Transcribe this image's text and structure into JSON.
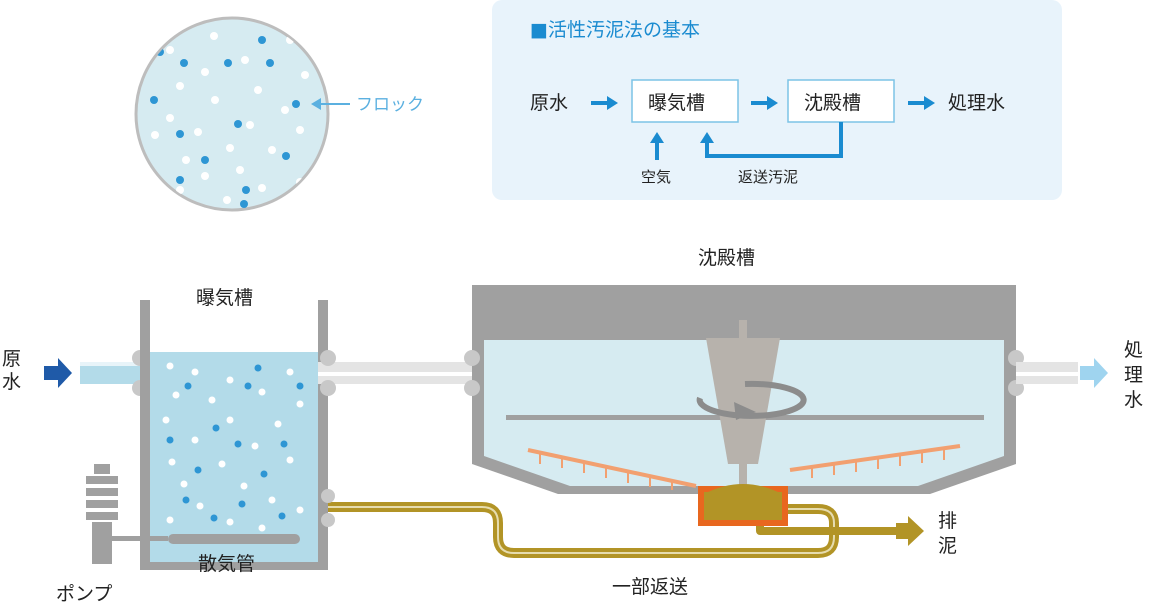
{
  "legend_box": {
    "title": "■活性汚泥法の基本",
    "raw_water": "原水",
    "aeration": "曝気槽",
    "settling": "沈殿槽",
    "treated": "処理水",
    "air": "空気",
    "return_sludge": "返送汚泥"
  },
  "inset": {
    "floc_label": "フロック"
  },
  "main": {
    "aeration_tank": "曝気槽",
    "settling_tank": "沈殿槽",
    "raw_water": "原水",
    "treated_water": "処理水",
    "diffuser": "散気管",
    "pump": "ポンプ",
    "partial_return": "一部返送",
    "sludge_discharge": "排泥"
  },
  "colors": {
    "panel_bg": "#e8f3fb",
    "accent_blue": "#1a8bd0",
    "water": "#b3dbe9",
    "tank_gray": "#a0a0a0",
    "sludge_pipe": "#b29426",
    "scraper": "#f2a070",
    "sludge_pit": "#e8671f",
    "inflow_arrow": "#1f5aa8",
    "outflow_arrow": "#9fd4ef"
  }
}
